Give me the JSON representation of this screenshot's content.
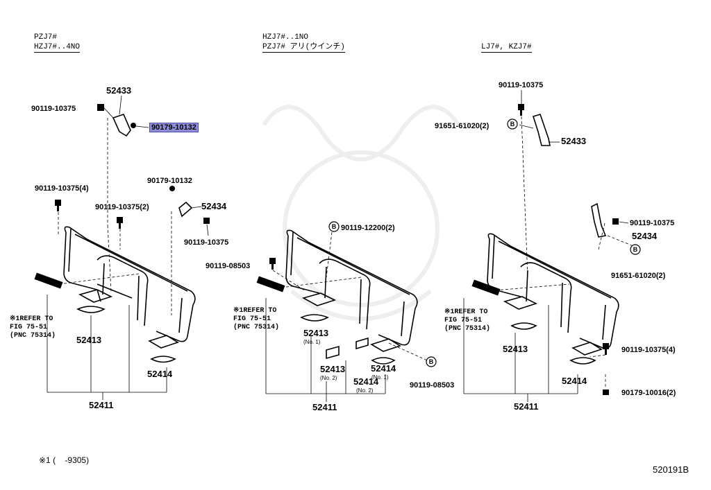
{
  "panels": [
    {
      "header": [
        "PZJ7#",
        "HZJ7#..4NO"
      ],
      "refer": "※1REFER TO\nFIG 75-51\n(PNC 75314)",
      "parts": {
        "p52433": "52433",
        "p90119_top": "90119-10375",
        "p90179_hl": "90179-10132",
        "p90119_4": "90119-10375(4)",
        "p90179_b": "90179-10132",
        "p90119_2": "90119-10375(2)",
        "p52434": "52434",
        "p90119_c": "90119-10375",
        "p52413": "52413",
        "p52414": "52414",
        "p52411": "52411"
      }
    },
    {
      "header": [
        "HZJ7#..1NO",
        "PZJ7# アリ(ウインチ)"
      ],
      "refer": "※1REFER TO\nFIG 75-51\n(PNC 75314)",
      "parts": {
        "p90119_12200": "90119-12200(2)",
        "p90119_08503a": "90119-08503",
        "p52413_1": "52413",
        "no1a": "(No. 1)",
        "p52413_2": "52413",
        "no2a": "(No. 2)",
        "p52414_2": "52414",
        "no2b": "(No. 2)",
        "p52414_1": "52414",
        "no1b": "(No. 1)",
        "p90119_08503b": "90119-08503",
        "p52411": "52411"
      }
    },
    {
      "header": [
        "LJ7#, KZJ7#"
      ],
      "refer": "※1REFER TO\nFIG 75-51\n(PNC 75314)",
      "parts": {
        "p90119_top": "90119-10375",
        "p91651_a": "91651-61020(2)",
        "p52433": "52433",
        "p90119_r": "90119-10375",
        "p52434": "52434",
        "p91651_b": "91651-61020(2)",
        "p52413": "52413",
        "p90119_4": "90119-10375(4)",
        "p52414": "52414",
        "p90179": "90179-10016(2)",
        "p52411": "52411"
      }
    }
  ],
  "footnote": "※1 (    -9305)",
  "diagram_id": "520191B",
  "colors": {
    "highlight": "#8f8fd8",
    "line": "#000000"
  }
}
